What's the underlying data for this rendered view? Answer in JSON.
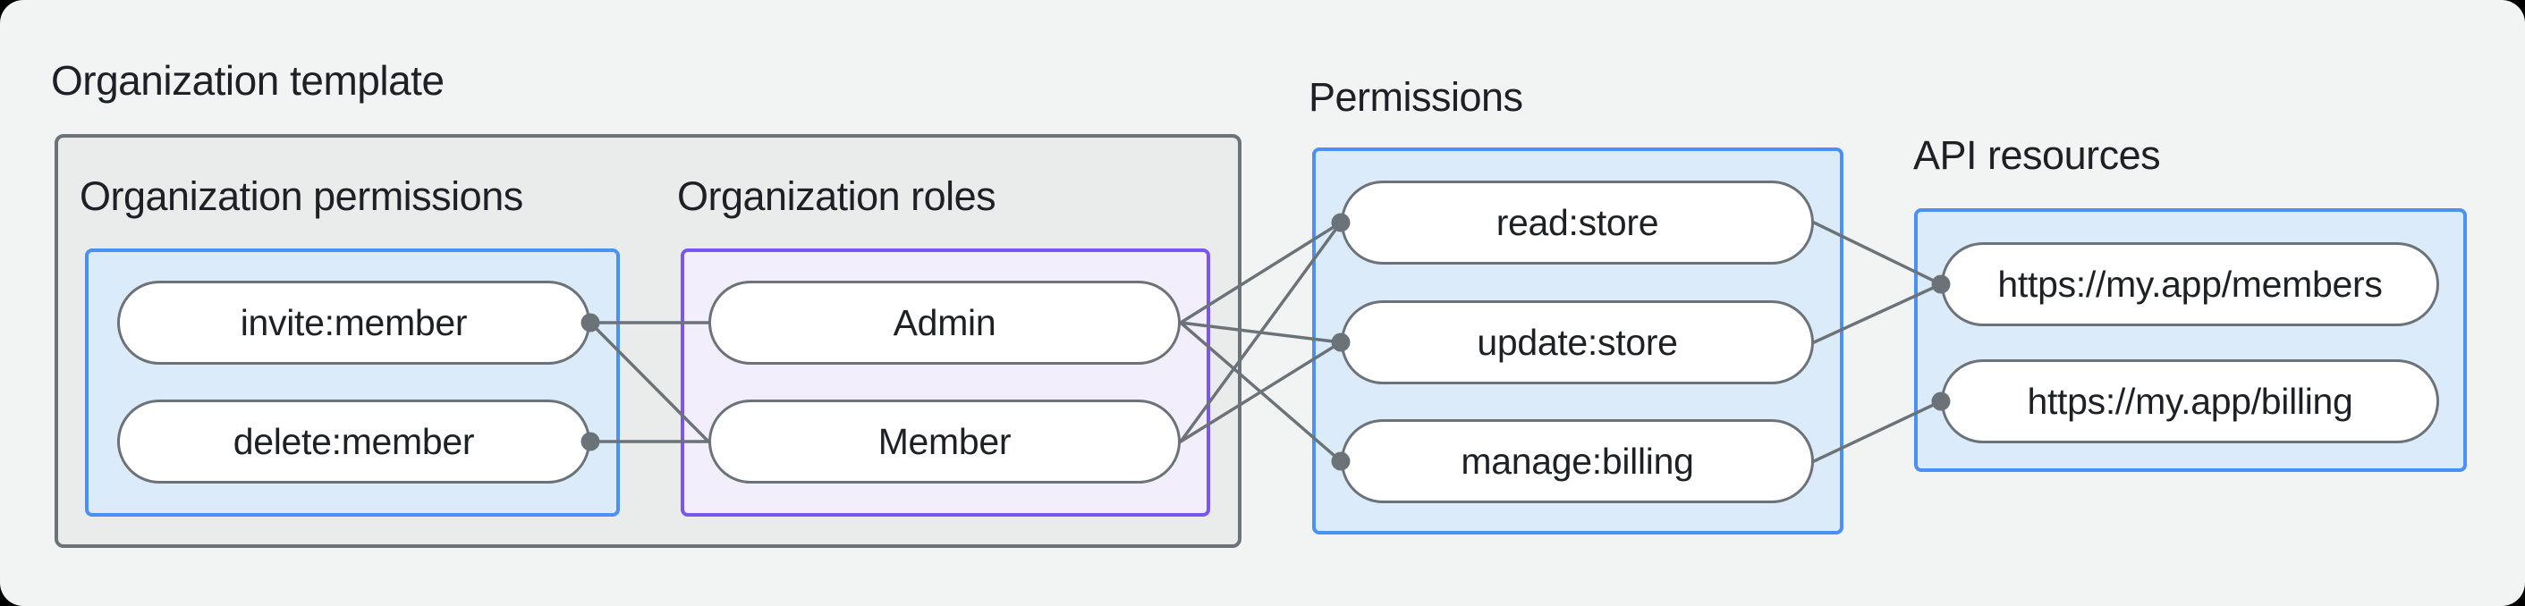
{
  "title": "Organization template",
  "groups": [
    {
      "id": "org-permissions",
      "label": "Organization permissions",
      "style": "blue",
      "items": [
        "invite:member",
        "delete:member"
      ]
    },
    {
      "id": "org-roles",
      "label": "Organization roles",
      "style": "purple",
      "items": [
        "Admin",
        "Member"
      ]
    },
    {
      "id": "permissions",
      "label": "Permissions",
      "style": "blue",
      "items": [
        "read:store",
        "update:store",
        "manage:billing"
      ]
    },
    {
      "id": "api-resources",
      "label": "API resources",
      "style": "blue",
      "items": [
        "https://my.app/members",
        "https://my.app/billing"
      ]
    }
  ],
  "edges": [
    {
      "from": "invite:member",
      "to": "Admin"
    },
    {
      "from": "invite:member",
      "to": "Member"
    },
    {
      "from": "delete:member",
      "to": "Member"
    },
    {
      "from": "Admin",
      "to": "read:store"
    },
    {
      "from": "Admin",
      "to": "update:store"
    },
    {
      "from": "Admin",
      "to": "manage:billing"
    },
    {
      "from": "Member",
      "to": "read:store"
    },
    {
      "from": "Member",
      "to": "update:store"
    },
    {
      "from": "read:store",
      "to": "https://my.app/members"
    },
    {
      "from": "update:store",
      "to": "https://my.app/members"
    },
    {
      "from": "manage:billing",
      "to": "https://my.app/billing"
    }
  ],
  "colors": {
    "page_bg": "#F2F4F3",
    "container_fill": "#EAECEB",
    "container_border": "#6B7278",
    "blue_border": "#4A90F7",
    "blue_fill": "#DCEBFA",
    "purple_border": "#7B55F2",
    "purple_fill": "#F3EEFB",
    "node_fill": "#FFFFFF",
    "node_border": "#6B7278",
    "edge_color": "#6B7278",
    "text_color": "#1D2126"
  }
}
